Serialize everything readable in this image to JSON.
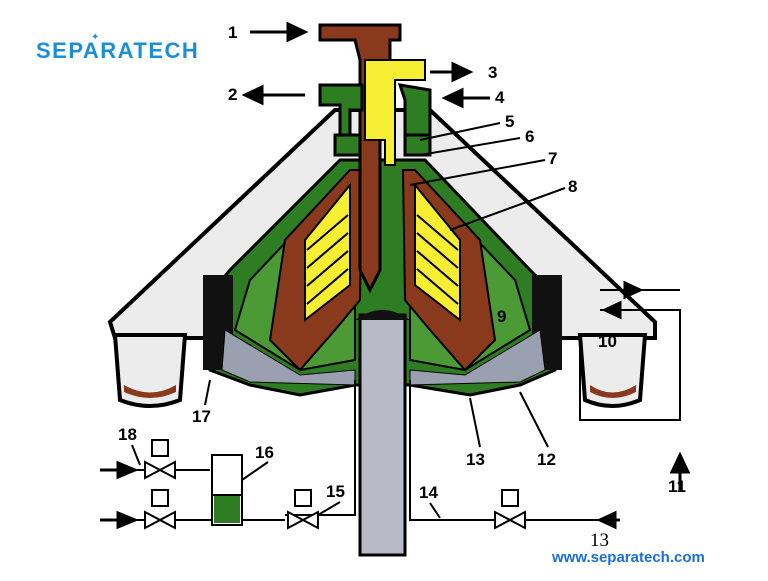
{
  "brand": {
    "logo_text": "SEPARATECH",
    "logo_color": "#1b8fd6"
  },
  "labels": [
    "1",
    "2",
    "3",
    "4",
    "5",
    "6",
    "7",
    "8",
    "9",
    "10",
    "11",
    "12",
    "13",
    "14",
    "15",
    "16",
    "17",
    "18"
  ],
  "footer": {
    "page_number": "13",
    "website": "www.separatech.com"
  },
  "colors": {
    "feed_brown": "#8a3a1c",
    "light_phase_yellow": "#f6ee32",
    "heavy_phase_green": "#2e7d22",
    "disc_stack_green": "#4b9a35",
    "frame_gray": "#ececec",
    "outline": "#000000"
  }
}
